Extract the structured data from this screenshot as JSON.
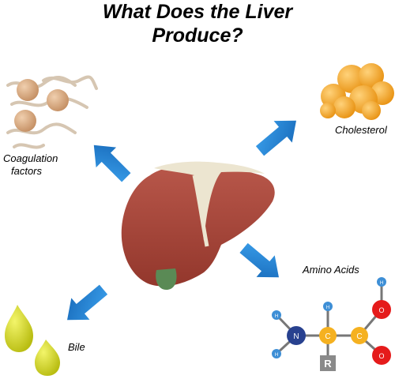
{
  "title": {
    "line1": "What Does the Liver",
    "line2": "Produce?"
  },
  "labels": {
    "coagulation": [
      "Coagulation",
      "factors"
    ],
    "cholesterol": "Cholesterol",
    "amino_acids": "Amino Acids",
    "bile": "Bile"
  },
  "molecule": {
    "n": "N",
    "c1": "C",
    "c2": "C",
    "r": "R",
    "h": "H",
    "o": "O"
  },
  "stock_id": "70963437",
  "colors": {
    "arrow": "#1e86d6",
    "liver": "#a9483a",
    "gallbladder": "#5a8a55",
    "bile": "#d6da1e",
    "cholesterol": "#f5a623",
    "coag": "#d7a77c",
    "nitrogen": "#28418f",
    "carbon": "#f5b120",
    "oxygen": "#e51b1b",
    "hydrogen": "#3e8fd6",
    "r_group": "#8a8a8a"
  }
}
